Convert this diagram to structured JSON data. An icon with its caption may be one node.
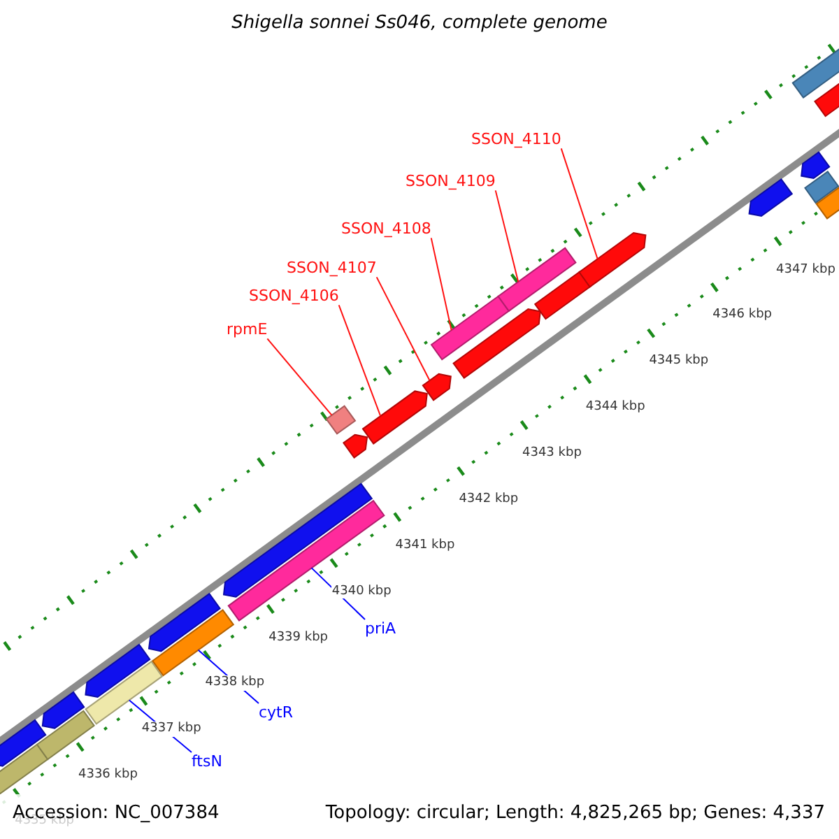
{
  "diagram": {
    "title": "Shigella sonnei Ss046, complete genome",
    "nodes": [
      {
        "text": [
          "SSON_4110"
        ]
      },
      {
        "text": [
          "SSON_4109"
        ]
      },
      {
        "text": [
          "SSON_4108"
        ]
      },
      {
        "text": [
          "SSON_4107"
        ]
      },
      {
        "text": [
          "SSON_4106"
        ]
      },
      {
        "text": [
          "rpmE"
        ]
      },
      {
        "text": [
          "priA"
        ]
      },
      {
        "text": [
          "cytR"
        ]
      },
      {
        "text": [
          "ftsN"
        ]
      },
      {
        "text": [],
        "shape": "bar"
      },
      {
        "text": [],
        "shape": "pentagon"
      },
      {
        "text": [],
        "shape": "bar"
      },
      {
        "text": [],
        "shape": "pentagon"
      },
      {
        "text": [],
        "shape": "bar"
      },
      {
        "text": [],
        "shape": "pentagon"
      },
      {
        "text": [],
        "shape": "bar"
      },
      {
        "text": [],
        "shape": "pentagon"
      },
      {
        "text": [],
        "shape": "bar"
      },
      {
        "text": [],
        "shape": "pentagon"
      },
      {
        "text": [],
        "shape": "box"
      },
      {
        "text": [],
        "shape": "pentagon"
      },
      {
        "text": [],
        "shape": "pentagon"
      },
      {
        "text": [],
        "shape": "pentagon"
      },
      {
        "text": [],
        "shape": "bar"
      },
      {
        "text": [],
        "shape": "pentagon"
      },
      {
        "text": [],
        "shape": "bar"
      },
      {
        "text": [],
        "shape": "pentagon"
      },
      {
        "text": [],
        "shape": "pentagon"
      },
      {
        "text": [],
        "shape": "pentagon"
      },
      {
        "text": [],
        "shape": "bar"
      },
      {
        "text": [],
        "shape": "bar"
      },
      {
        "text": [],
        "shape": "pentagon"
      },
      {
        "text": [],
        "shape": "bar"
      },
      {
        "text": [],
        "shape": "pentagon"
      }
    ],
    "edges": [
      {
        "from": 0,
        "to": 27,
        "arrow": "none"
      },
      {
        "from": 1,
        "to": 25,
        "arrow": "none"
      },
      {
        "from": 2,
        "to": 23,
        "arrow": "none"
      },
      {
        "from": 3,
        "to": 22,
        "arrow": "none"
      },
      {
        "from": 4,
        "to": 21,
        "arrow": "none"
      },
      {
        "from": 5,
        "to": 19,
        "arrow": "none"
      },
      {
        "from": 6,
        "to": 17,
        "arrow": "none",
        "color": "#0000ff"
      },
      {
        "from": 7,
        "to": 15,
        "arrow": "none",
        "color": "#0000ff"
      },
      {
        "from": 8,
        "to": 13,
        "arrow": "none",
        "color": "#0000ff"
      }
    ],
    "labels": [
      "4347 kbp",
      "4346 kbp",
      "4345 kbp",
      "4344 kbp",
      "4343 kbp",
      "4342 kbp",
      "4341 kbp",
      "4340 kbp",
      "4339 kbp",
      "4338 kbp",
      "4337 kbp",
      "4336 kbp",
      "4335 kbp",
      "Accession: NC_007384",
      "Topology: circular; Length: 4,825,265 bp; Genes: 4,337"
    ]
  }
}
